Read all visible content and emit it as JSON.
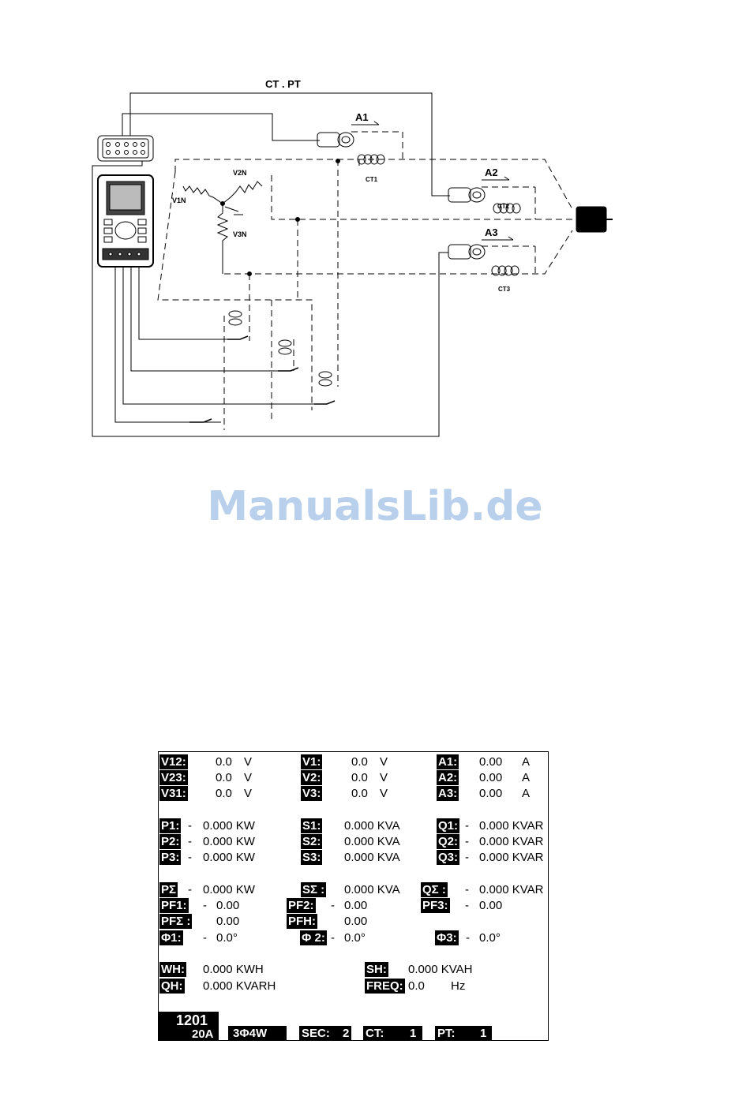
{
  "diagram": {
    "title": "CT . PT",
    "clamps": [
      "A1",
      "A2",
      "A3"
    ],
    "coils": [
      "CT1",
      "CT2",
      "CT3"
    ],
    "voltage_labels": [
      "V1N",
      "V2N",
      "V3N"
    ]
  },
  "watermark": "ManualsLib.de",
  "lcd": {
    "block1": [
      {
        "l": "V12:",
        "v": "0.0",
        "u": "V"
      },
      {
        "l": "V23:",
        "v": "0.0",
        "u": "V"
      },
      {
        "l": "V31:",
        "v": "0.0",
        "u": "V"
      },
      {
        "l": "V1:",
        "v": "0.0",
        "u": "V"
      },
      {
        "l": "V2:",
        "v": "0.0",
        "u": "V"
      },
      {
        "l": "V3:",
        "v": "0.0",
        "u": "V"
      },
      {
        "l": "A1:",
        "v": "0.00",
        "u": "A"
      },
      {
        "l": "A2:",
        "v": "0.00",
        "u": "A"
      },
      {
        "l": "A3:",
        "v": "0.00",
        "u": "A"
      }
    ],
    "block2": [
      {
        "l": "P1:",
        "s": "-",
        "v": "0.000 KW"
      },
      {
        "l": "P2:",
        "s": "-",
        "v": "0.000 KW"
      },
      {
        "l": "P3:",
        "s": "-",
        "v": "0.000 KW"
      },
      {
        "l": "S1:",
        "s": "",
        "v": "0.000 KVA"
      },
      {
        "l": "S2:",
        "s": "",
        "v": "0.000 KVA"
      },
      {
        "l": "S3:",
        "s": "",
        "v": "0.000 KVA"
      },
      {
        "l": "Q1:",
        "s": "-",
        "v": "0.000 KVAR"
      },
      {
        "l": "Q2:",
        "s": "-",
        "v": "0.000 KVAR"
      },
      {
        "l": "Q3:",
        "s": "-",
        "v": "0.000 KVAR"
      }
    ],
    "block3": {
      "p_sum": {
        "l": "PΣ",
        "s": "-",
        "v": "0.000 KW"
      },
      "s_sum": {
        "l": "SΣ :",
        "v": "0.000 KVA"
      },
      "q_sum": {
        "l": "QΣ :",
        "s": "-",
        "v": "0.000 KVAR"
      },
      "pf1": {
        "l": "PF1:",
        "s": "-",
        "v": "0.00"
      },
      "pf2": {
        "l": "PF2:",
        "s": "-",
        "v": "0.00"
      },
      "pf3": {
        "l": "PF3:",
        "s": "-",
        "v": "0.00"
      },
      "pf_sum": {
        "l": "PFΣ :",
        "v": "0.00"
      },
      "pfh": {
        "l": "PFH:",
        "v": "0.00"
      },
      "phi1": {
        "l": "Φ1:",
        "s": "-",
        "v": "0.0°"
      },
      "phi2": {
        "l": "Φ 2:",
        "s": "-",
        "v": "0.0°"
      },
      "phi3": {
        "l": "Φ3:",
        "s": "-",
        "v": "0.0°"
      }
    },
    "block4": {
      "wh": {
        "l": "WH:",
        "v": "0.000 KWH"
      },
      "qh": {
        "l": "QH:",
        "v": "0.000 KVARH"
      },
      "sh": {
        "l": "SH:",
        "v": "0.000 KVAH"
      },
      "freq": {
        "l": "FREQ:",
        "v": "0.0",
        "u": "Hz"
      }
    },
    "status": {
      "record": "1201",
      "range": "20A",
      "wiring": "3Φ4W",
      "sec_label": "SEC:",
      "sec_value": "2",
      "ct_label": "CT:",
      "ct_value": "1",
      "pt_label": "PT:",
      "pt_value": "1"
    }
  }
}
